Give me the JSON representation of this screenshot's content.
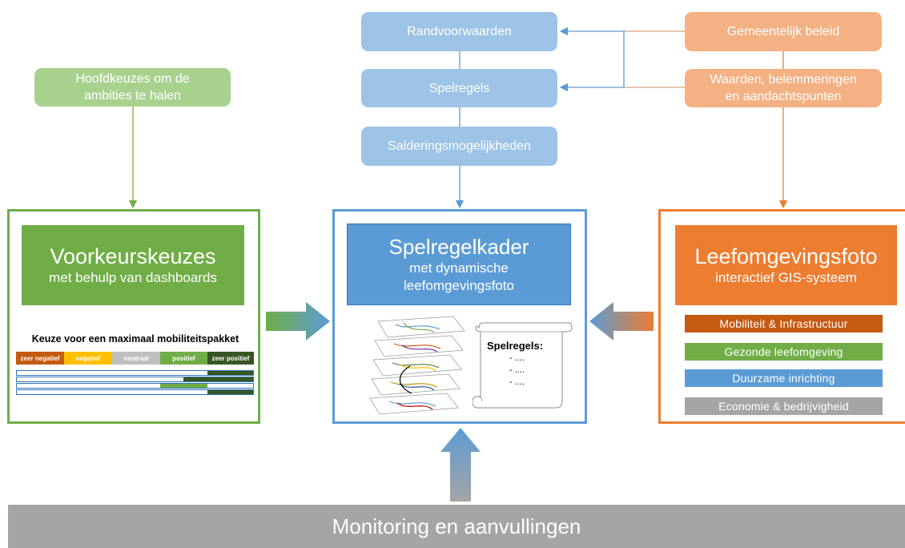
{
  "top": {
    "randvoorwaarden": "Randvoorwaarden",
    "spelregels": "Spelregels",
    "salderingsmogelijkheden": "Salderingsmogelijkheden",
    "gemeentelijk_beleid": "Gemeentelijk beleid",
    "waarden_line1": "Waarden, belemmeringen",
    "waarden_line2": "en aandachtspunten",
    "hoofdkeuzes_line1": "Hoofdkeuzes om de",
    "hoofdkeuzes_line2": "ambities te halen"
  },
  "left": {
    "title": "Voorkeurskeuzes",
    "subtitle": "met behulp van dashboards",
    "dashboard_title": "Keuze voor een maximaal mobiliteitspakket",
    "legend": [
      "zeer negatief",
      "negatief",
      "neutraal",
      "positief",
      "zeer positief"
    ]
  },
  "center": {
    "title": "Spelregelkader",
    "subtitle_line1": "met dynamische",
    "subtitle_line2": "leefomgevingsfoto",
    "scroll_title": "Spelregels:",
    "scroll_items": [
      "- ....",
      "- ....",
      "- ...."
    ]
  },
  "right": {
    "title": "Leefomgevingsfoto",
    "subtitle": "interactief GIS-systeem",
    "categories": [
      "Mobiliteit & Infrastructuur",
      "Gezonde leefomgeving",
      "Duurzame inrichting",
      "Economie & bedrijvigheid"
    ]
  },
  "bottom": {
    "monitoring": "Monitoring en aanvullingen"
  },
  "colors": {
    "blue": "#5b9bd5",
    "green": "#70ad47",
    "orange": "#ed7d31",
    "light_blue": "#9dc3e6",
    "light_orange": "#f4b183",
    "light_green": "#a9d18e",
    "gray": "#a5a5a5",
    "dark_green": "#375623",
    "zeer_negatief": "#c55a11",
    "negatief": "#ffc000"
  }
}
